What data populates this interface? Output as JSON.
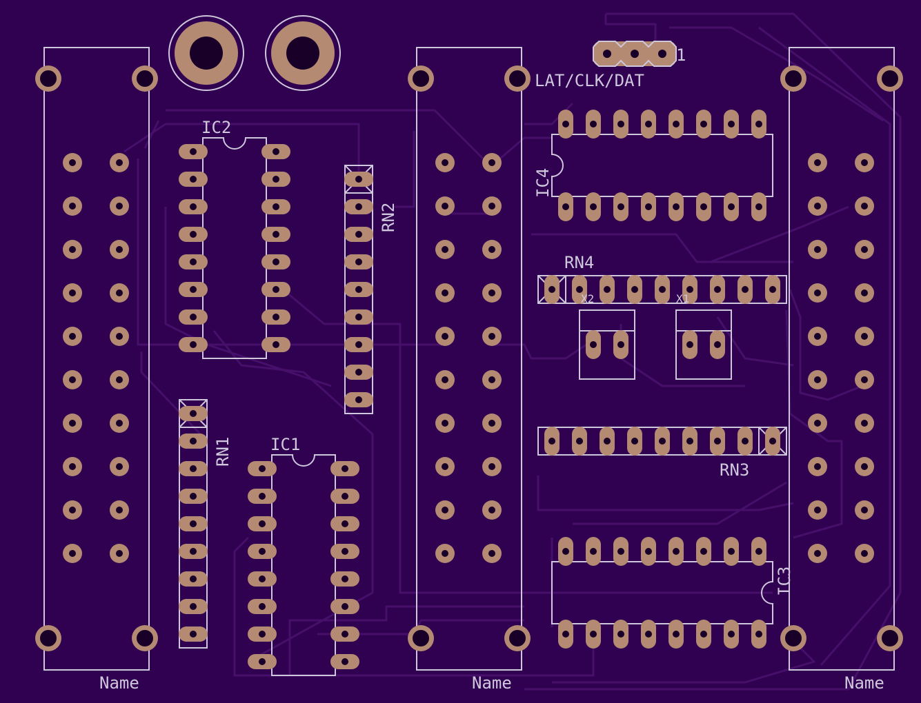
{
  "board": {
    "background": "#300051",
    "trace_color": "#46106a",
    "silk_color": "#cfc7dc",
    "pad_color": "#b48a73",
    "hole_color": "#180028"
  },
  "labels": {
    "ic1": "IC1",
    "ic2": "IC2",
    "ic3": "IC3",
    "ic4": "IC4",
    "rn1": "RN1",
    "rn2": "RN2",
    "rn3": "RN3",
    "rn4": "RN4",
    "x1": "X1",
    "x2": "X2",
    "header_pin": "1",
    "header_label": "LAT/CLK/DAT",
    "socket_left": "Name",
    "socket_middle": "Name",
    "socket_right": "Name"
  }
}
